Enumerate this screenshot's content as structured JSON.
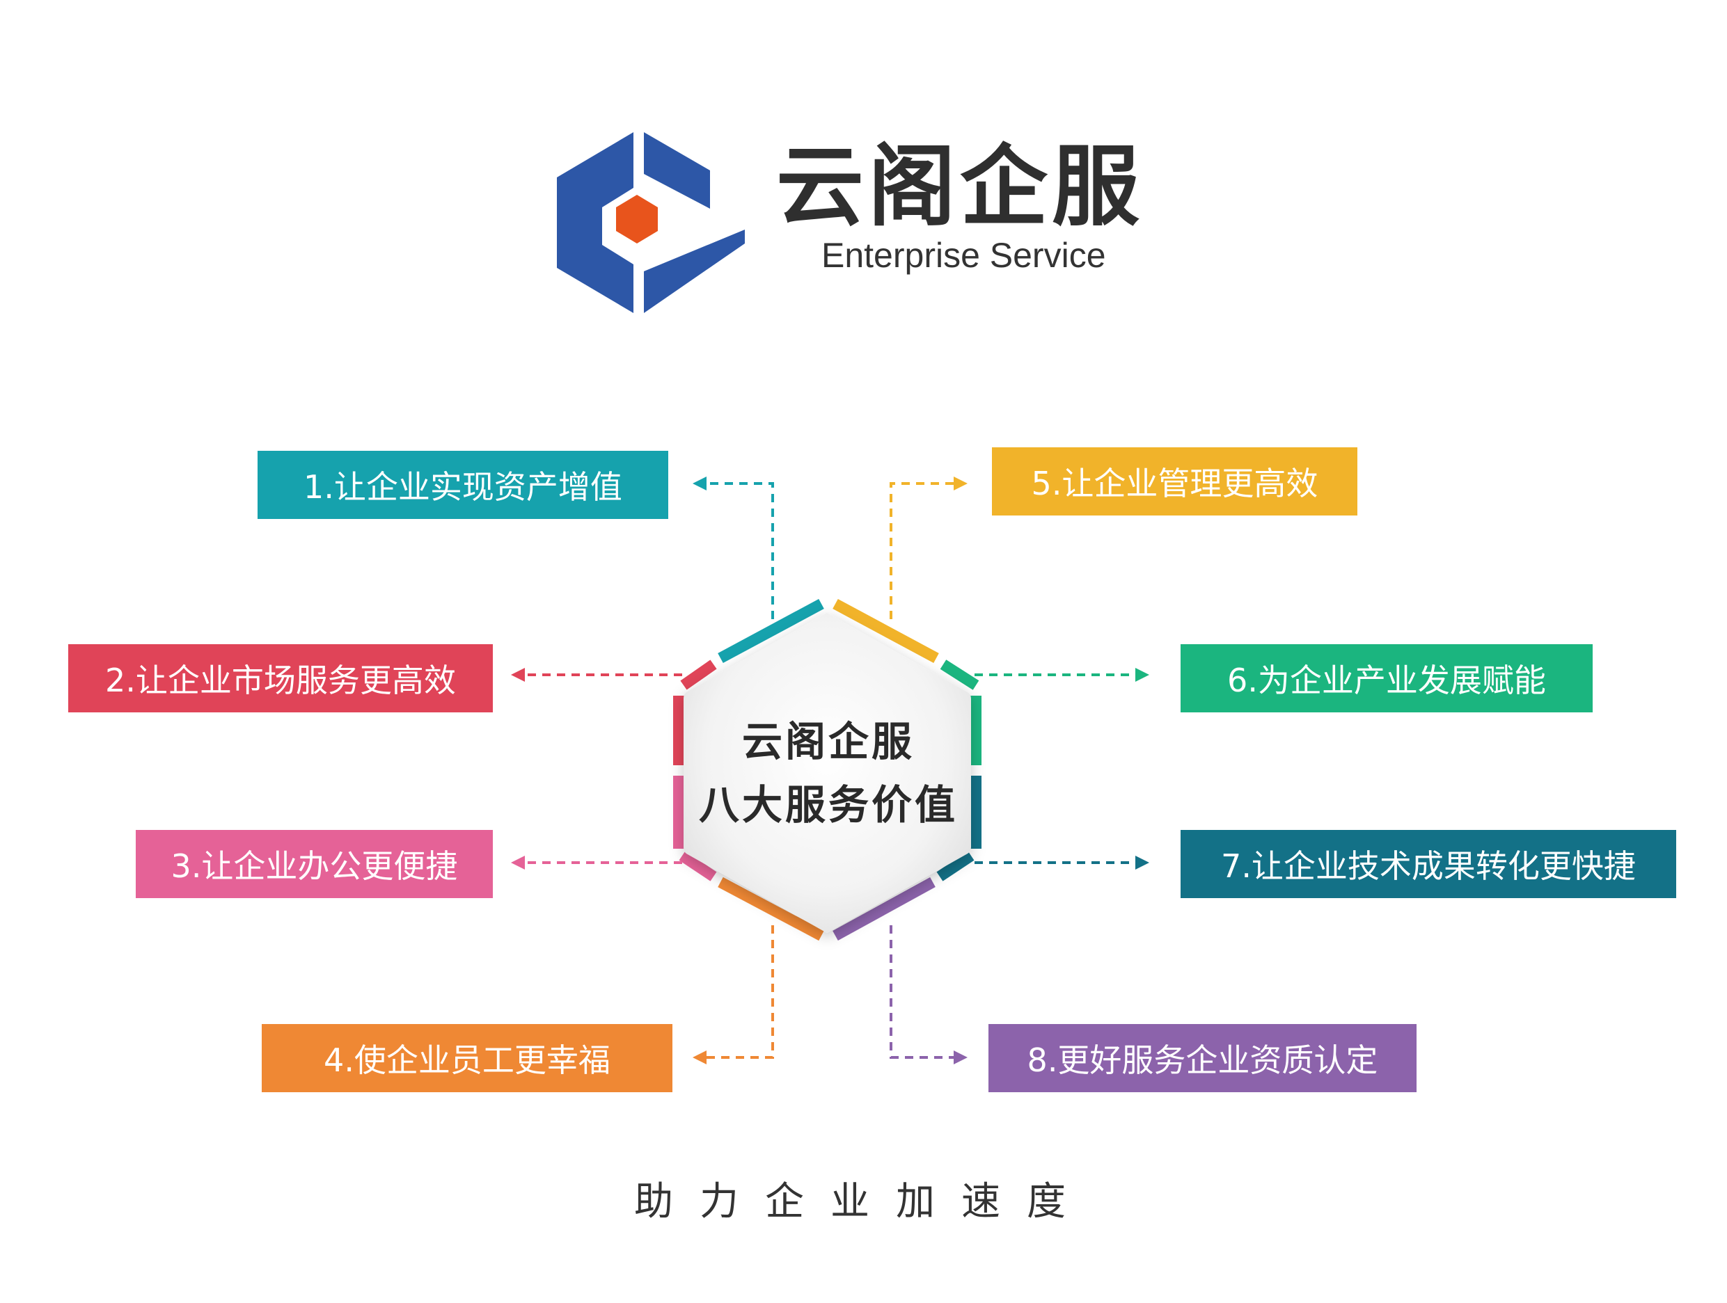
{
  "brand": {
    "title": "云阁企服",
    "subtitle": "Enterprise Service",
    "colors": {
      "blue": "#2d57a7",
      "orange": "#e8541c"
    }
  },
  "center": {
    "line1": "云阁企服",
    "line2": "八大服务价值"
  },
  "values": [
    {
      "label": "1.让企业实现资产增值",
      "color": "#16a2ad"
    },
    {
      "label": "2.让企业市场服务更高效",
      "color": "#e04458"
    },
    {
      "label": "3.让企业办公更便捷",
      "color": "#e56297"
    },
    {
      "label": "4.使企业员工更幸福",
      "color": "#ef8834"
    },
    {
      "label": "5.让企业管理更高效",
      "color": "#f1b32a"
    },
    {
      "label": "6.为企业产业发展赋能",
      "color": "#1bb57f"
    },
    {
      "label": "7.让企业技术成果转化更快捷",
      "color": "#137187"
    },
    {
      "label": "8.更好服务企业资质认定",
      "color": "#8c63ab"
    }
  ],
  "slogan": "助力企业加速度"
}
